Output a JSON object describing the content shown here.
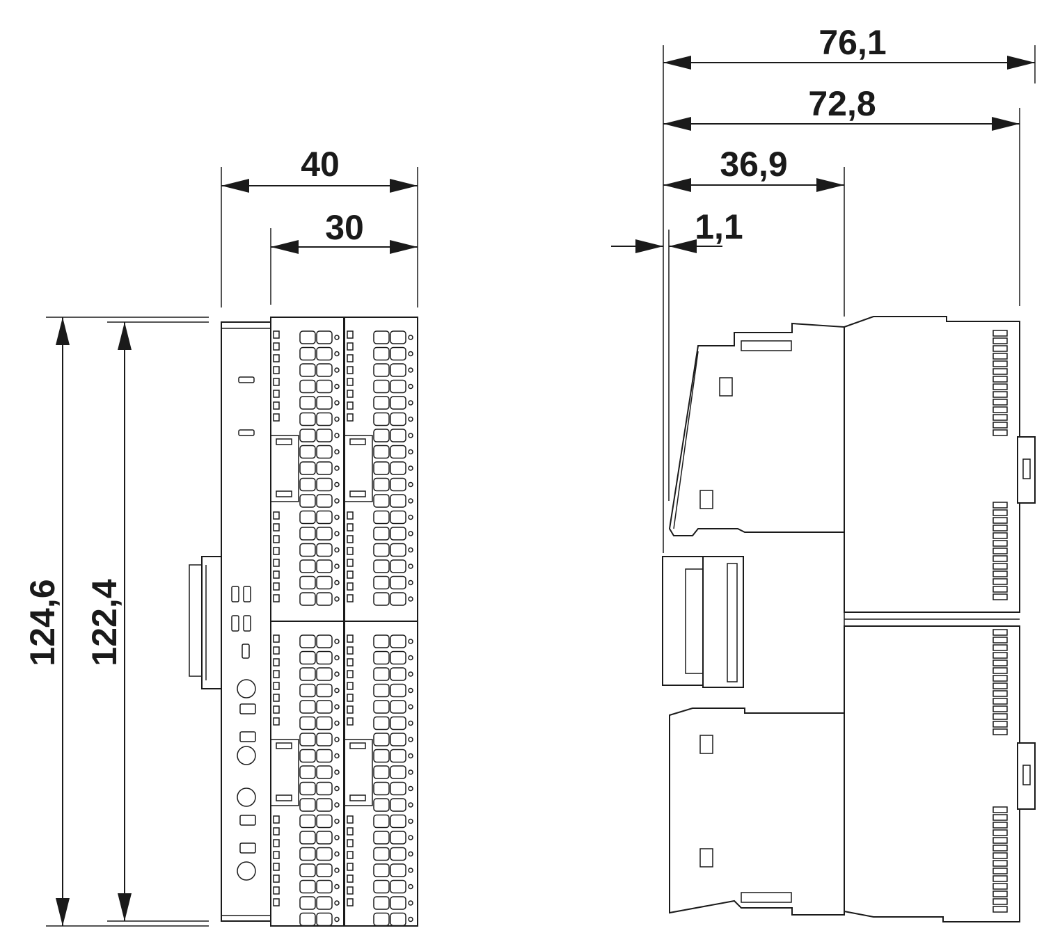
{
  "dimensions": {
    "width_40": "40",
    "width_30": "30",
    "height_124_6": "124,6",
    "height_122_4": "122,4",
    "depth_76_1": "76,1",
    "depth_72_8": "72,8",
    "depth_36_9": "36,9",
    "offset_1_1": "1,1"
  },
  "colors": {
    "line": "#1a1a1a",
    "background": "#ffffff"
  }
}
